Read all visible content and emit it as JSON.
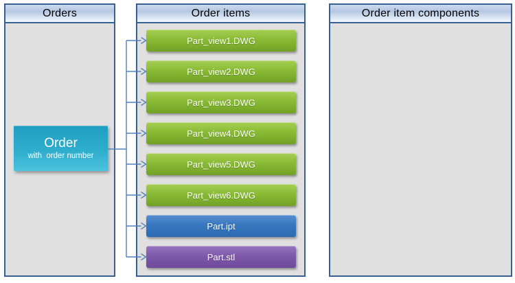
{
  "diagram": {
    "panels": [
      {
        "id": "orders",
        "title": "Orders"
      },
      {
        "id": "order-items",
        "title": "Order items"
      },
      {
        "id": "order-item-components",
        "title": "Order item components"
      }
    ],
    "order_node": {
      "title": "Order",
      "subtitle": "with  order number",
      "color": "#2fadcd"
    },
    "order_items": [
      {
        "label": "Part_view1.DWG",
        "color": "green",
        "hex": "#8cbd37"
      },
      {
        "label": "Part_view2.DWG",
        "color": "green",
        "hex": "#8cbd37"
      },
      {
        "label": "Part_view3.DWG",
        "color": "green",
        "hex": "#8cbd37"
      },
      {
        "label": "Part_view4.DWG",
        "color": "green",
        "hex": "#8cbd37"
      },
      {
        "label": "Part_view5.DWG",
        "color": "green",
        "hex": "#8cbd37"
      },
      {
        "label": "Part_view6.DWG",
        "color": "green",
        "hex": "#8cbd37"
      },
      {
        "label": "Part.ipt",
        "color": "blue",
        "hex": "#3777be"
      },
      {
        "label": "Part.stl",
        "color": "purple",
        "hex": "#7d57a9"
      }
    ],
    "colors": {
      "panel_border": "#366092",
      "panel_body": "#e0e0e0",
      "header_gradient_top": "#b4c7e2",
      "header_gradient_bottom": "#f4f8fd",
      "header_text": "#000000",
      "connector": "#4f81bd",
      "box_text": "#ffffff"
    }
  }
}
